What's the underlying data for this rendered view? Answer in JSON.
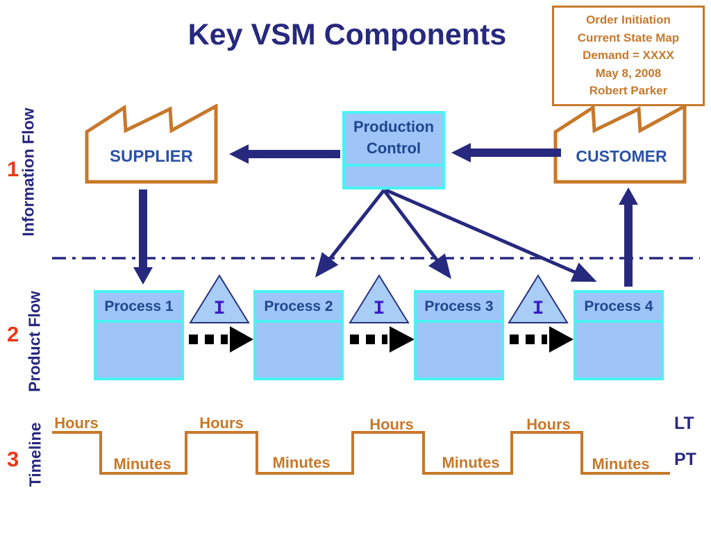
{
  "title": "Key VSM Components",
  "info_box": {
    "line1": "Order Initiation",
    "line2": "Current State Map",
    "line3": "Demand = XXXX",
    "line4": "May 8, 2008",
    "line5": "Robert Parker"
  },
  "sections": {
    "information_flow": {
      "number": "1",
      "label": "Information Flow"
    },
    "product_flow": {
      "number": "2",
      "label": "Product Flow"
    },
    "timeline": {
      "number": "3",
      "label": "Timeline"
    }
  },
  "nodes": {
    "supplier": {
      "label": "SUPPLIER"
    },
    "customer": {
      "label": "CUSTOMER"
    },
    "production_control": {
      "label": "Production Control"
    }
  },
  "processes": [
    {
      "label": "Process 1"
    },
    {
      "label": "Process 2"
    },
    {
      "label": "Process 3"
    },
    {
      "label": "Process 4"
    }
  ],
  "inventory": {
    "symbol": "I"
  },
  "timeline": {
    "hours_label": "Hours",
    "minutes_label": "Minutes",
    "lead_time_label": "LT",
    "process_time_label": "PT"
  },
  "colors": {
    "navy": "#27297E",
    "box_fill": "#9FC5F8",
    "cyan_border": "#49F3F3",
    "orange": "#C7782A",
    "section_number_red": "#E8391A",
    "inventory_symbol_blue": "#3B1CC8",
    "material_arrow_black": "#000000"
  }
}
